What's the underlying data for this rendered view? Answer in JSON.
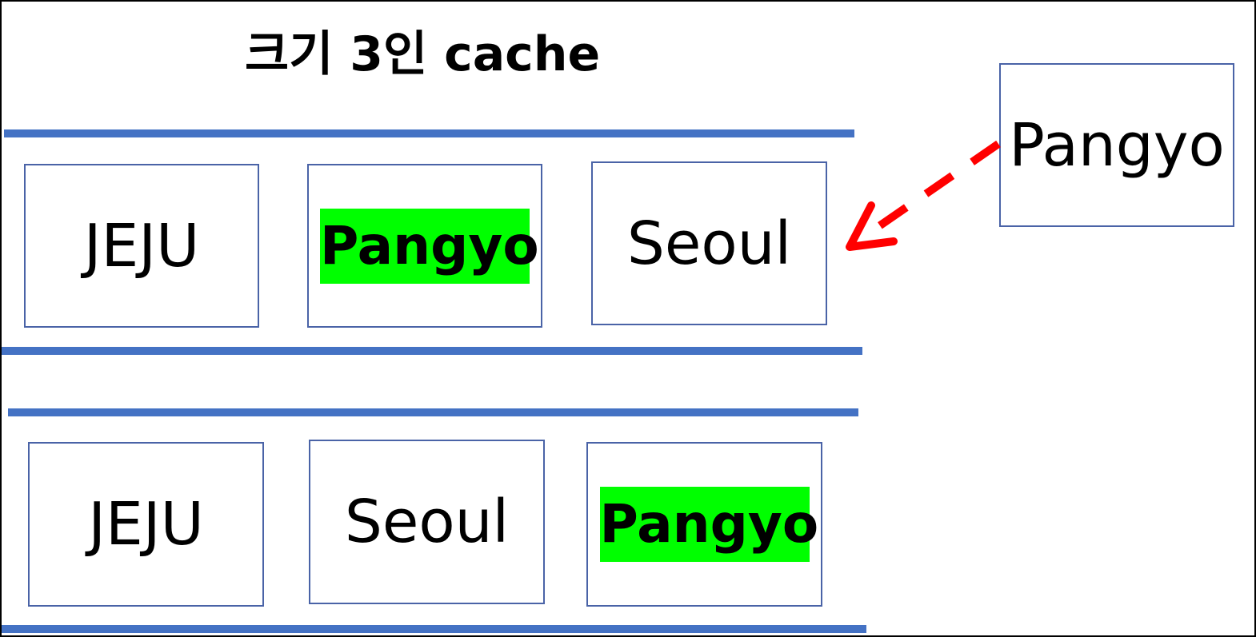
{
  "title": "크기 3인 cache",
  "before": {
    "slots": [
      {
        "label": "JEJU",
        "highlighted": false
      },
      {
        "label": "Pangyo",
        "highlighted": true
      },
      {
        "label": "Seoul",
        "highlighted": false
      }
    ]
  },
  "after": {
    "slots": [
      {
        "label": "JEJU",
        "highlighted": false
      },
      {
        "label": "Seoul",
        "highlighted": false
      },
      {
        "label": "Pangyo",
        "highlighted": true
      }
    ]
  },
  "incoming": {
    "label": "Pangyo"
  },
  "colors": {
    "rail": "#4472c4",
    "box_border": "#4a63a7",
    "highlight": "#00ff00",
    "arrow": "#ff0000"
  }
}
